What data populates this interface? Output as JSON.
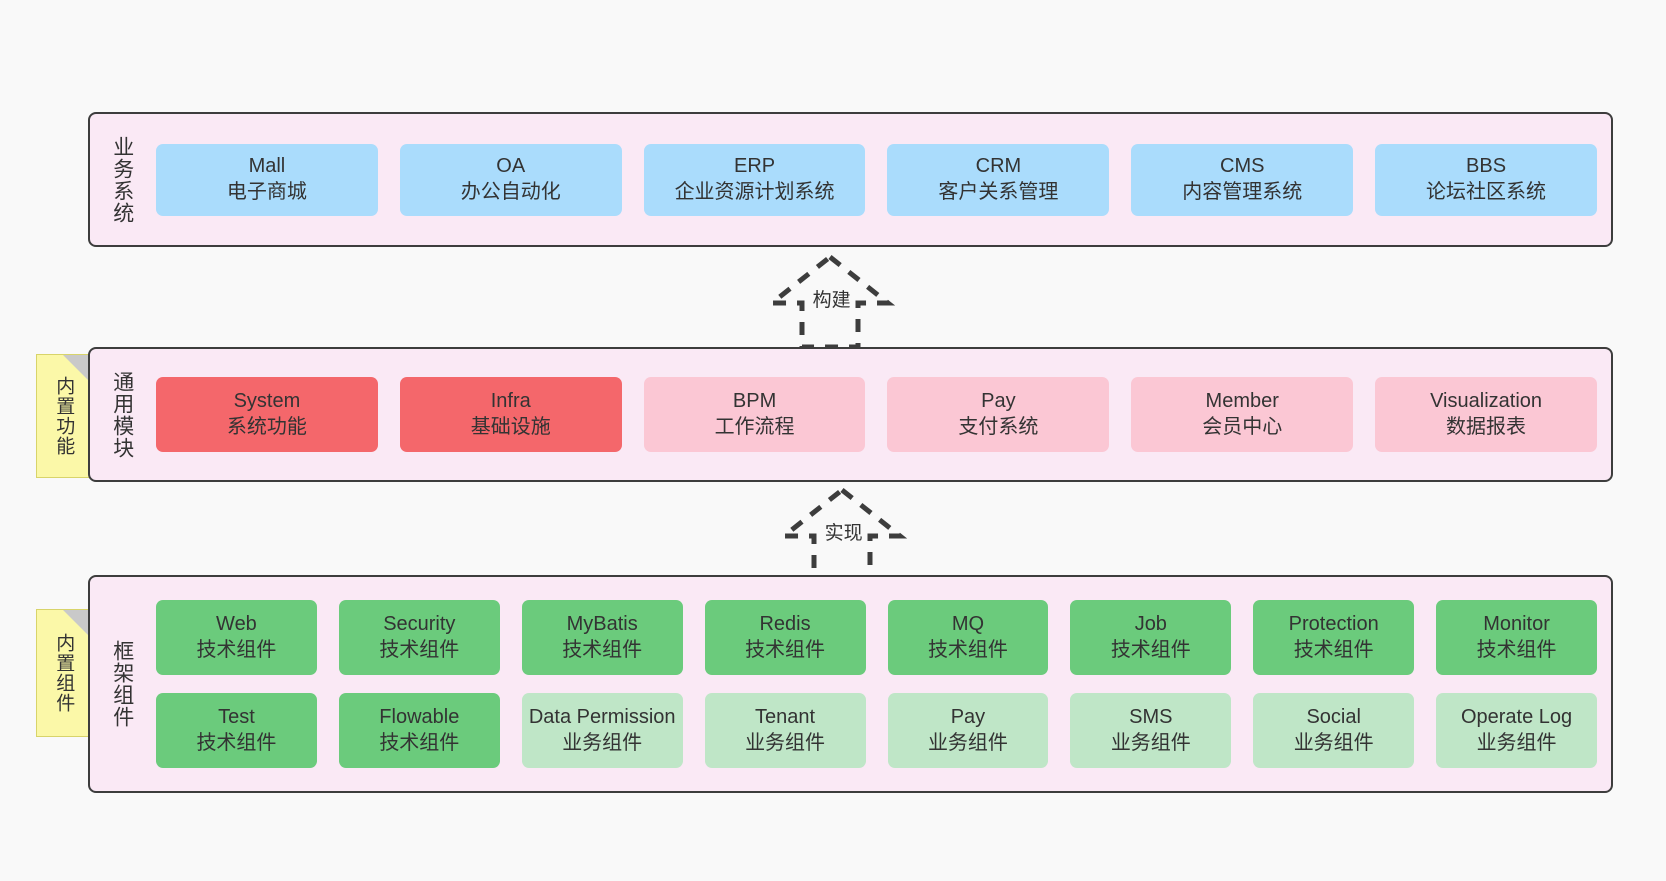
{
  "diagram": {
    "background_color": "#f9f9f9",
    "panel_color": "#fae9f5",
    "border_color": "#3d3d3d",
    "note_color": "#fbf8a8"
  },
  "layers": [
    {
      "id": "business",
      "title": "业务系统",
      "rows": [
        {
          "cards": [
            {
              "name": "Mall",
              "sub": "电子商城",
              "color": "blue"
            },
            {
              "name": "OA",
              "sub": "办公自动化",
              "color": "blue"
            },
            {
              "name": "ERP",
              "sub": "企业资源计划系统",
              "color": "blue"
            },
            {
              "name": "CRM",
              "sub": "客户关系管理",
              "color": "blue"
            },
            {
              "name": "CMS",
              "sub": "内容管理系统",
              "color": "blue"
            },
            {
              "name": "BBS",
              "sub": "论坛社区系统",
              "color": "blue"
            }
          ]
        }
      ]
    },
    {
      "id": "common",
      "title": "通用模块",
      "note": "内置功能",
      "rows": [
        {
          "cards": [
            {
              "name": "System",
              "sub": "系统功能",
              "color": "red"
            },
            {
              "name": "Infra",
              "sub": "基础设施",
              "color": "red"
            },
            {
              "name": "BPM",
              "sub": "工作流程",
              "color": "pink"
            },
            {
              "name": "Pay",
              "sub": "支付系统",
              "color": "pink"
            },
            {
              "name": "Member",
              "sub": "会员中心",
              "color": "pink"
            },
            {
              "name": "Visualization",
              "sub": "数据报表",
              "color": "pink"
            }
          ]
        }
      ]
    },
    {
      "id": "framework",
      "title": "框架组件",
      "note": "内置组件",
      "rows": [
        {
          "cards": [
            {
              "name": "Web",
              "sub": "技术组件",
              "color": "green"
            },
            {
              "name": "Security",
              "sub": "技术组件",
              "color": "green"
            },
            {
              "name": "MyBatis",
              "sub": "技术组件",
              "color": "green"
            },
            {
              "name": "Redis",
              "sub": "技术组件",
              "color": "green"
            },
            {
              "name": "MQ",
              "sub": "技术组件",
              "color": "green"
            },
            {
              "name": "Job",
              "sub": "技术组件",
              "color": "green"
            },
            {
              "name": "Protection",
              "sub": "技术组件",
              "color": "green"
            },
            {
              "name": "Monitor",
              "sub": "技术组件",
              "color": "green"
            }
          ]
        },
        {
          "cards": [
            {
              "name": "Test",
              "sub": "技术组件",
              "color": "green"
            },
            {
              "name": "Flowable",
              "sub": "技术组件",
              "color": "green"
            },
            {
              "name": "Data Permission",
              "sub": "业务组件",
              "color": "lgreen",
              "wrap": true
            },
            {
              "name": "Tenant",
              "sub": "业务组件",
              "color": "lgreen"
            },
            {
              "name": "Pay",
              "sub": "业务组件",
              "color": "lgreen"
            },
            {
              "name": "SMS",
              "sub": "业务组件",
              "color": "lgreen"
            },
            {
              "name": "Social",
              "sub": "业务组件",
              "color": "lgreen"
            },
            {
              "name": "Operate Log",
              "sub": "业务组件",
              "color": "lgreen"
            }
          ]
        }
      ]
    }
  ],
  "arrows": [
    {
      "id": "build",
      "label": "构建",
      "style": "dashed-hollow-up"
    },
    {
      "id": "impl",
      "label": "实现",
      "style": "dashed-hollow-up"
    }
  ]
}
